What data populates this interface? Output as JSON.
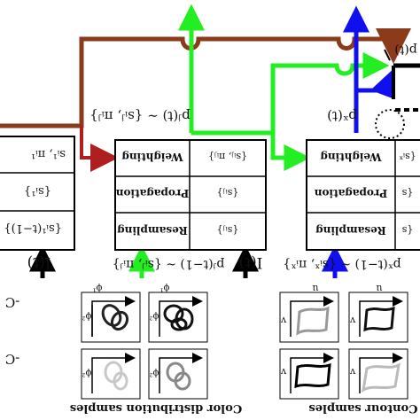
{
  "diagram": {
    "colors": {
      "brown": "#8b3a1a",
      "darkred": "#b01f1f",
      "green": "#22ee22",
      "blue": "#1010ee",
      "black": "#000000",
      "box_fill": "#ffffff",
      "sample_light": "#b0b0b0"
    },
    "left_box": {
      "rows": [
        "sᵢ¹, πᵢ¹",
        "{sᵢ¹}",
        "{sᵢ¹(t−1)}"
      ]
    },
    "middle_box": {
      "rows": [
        {
          "name": "Weighting",
          "value": "{sᵢⱼ, πᵢⱼ}"
        },
        {
          "name": "Propagation",
          "value": "{sᵢⱼ}"
        },
        {
          "name": "Resampling",
          "value": "{sᵢⱼ}"
        }
      ]
    },
    "right_box": {
      "rows": [
        {
          "name": "Weighting",
          "value": "{sᵢˣ"
        },
        {
          "name": "Propagation",
          "value": "{s"
        },
        {
          "name": "Resampling",
          "value": "{s"
        }
      ]
    },
    "labels": {
      "p_mid_top": "pʲ(t) ∼ {sᵢʲ, πᵢʲ}",
      "p_right_top": "pˣ(t)",
      "p_mid_prev": "pʲ(t−1) ∼ {sᵢʲ, πᵢʲ}",
      "p_right_prev": "pˣ(t−1) ∼ {sᵢˣ, πᵢˣ}",
      "p_out": "p(t)",
      "i_left": "I(t)",
      "i_mid": "I(t)",
      "left_c1": "-C",
      "left_c2": "-C"
    },
    "axis_labels": {
      "phi1": "ϕ¹",
      "phi2": "ϕ²",
      "u": "u",
      "v": "v"
    },
    "captions": {
      "color": "Color distribution samples",
      "contour": "Contour samples"
    }
  }
}
